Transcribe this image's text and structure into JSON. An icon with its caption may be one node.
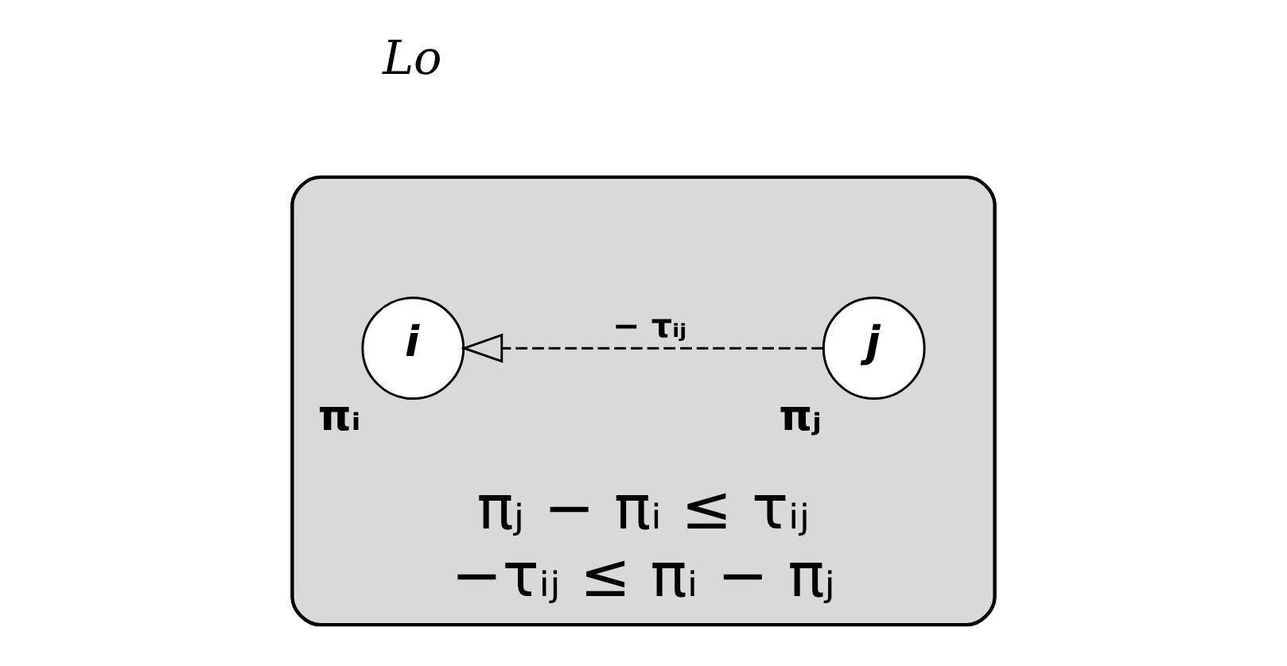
{
  "diagram": {
    "nodes": [
      {
        "text": [
          "πⱼ − πᵢ ≤ τᵢⱼ",
          "−τᵢⱼ ≤ πᵢ − πⱼ"
        ]
      },
      {
        "text": [
          "i"
        ],
        "in": 0,
        "beside": [
          "πᵢ"
        ]
      },
      {
        "text": [
          "j"
        ],
        "in": 0,
        "beside": [
          "πⱼ"
        ]
      }
    ],
    "edges": [
      {
        "from": 2,
        "to": 1,
        "arrow": "to",
        "style": "dashed",
        "label": "− τᵢⱼ"
      }
    ],
    "labels": [
      "Lo"
    ]
  }
}
